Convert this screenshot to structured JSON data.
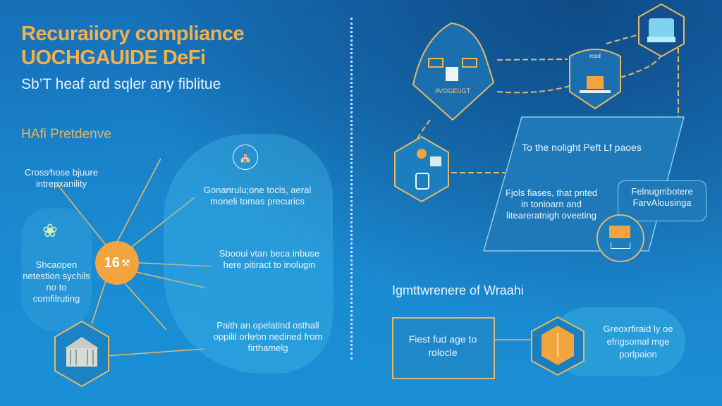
{
  "header": {
    "title_line1": "Recuraiiory compliance",
    "title_line2": "UOCHGAUIDE DeFi",
    "subtitle": "Sb’T heaf ard sqler any fiblitue"
  },
  "left": {
    "section_title": "HAfi Pretdenve",
    "cross_label": "Cross∕hose bjuure intrepxanility",
    "left_panel_text": "Shcaopen netestion sychils no to comfilruting",
    "hub_number": "16",
    "right_items": [
      "Gonanrulu;one tocls, aeral moneli tomas precurics",
      "Sbooui vtan beca inbuse here pitiract to inolugin",
      "Paith an opelatind osthall oppilil orle∕on nedined from firthamelg"
    ],
    "icons": [
      "sprout-icon",
      "hub-tools-icon",
      "court-building-icon",
      "seal-emblem-icon"
    ]
  },
  "right": {
    "diamond_label": "AVOGEUGT",
    "hex_small_label": "rosd",
    "main_panel_title": "To the nolight Peft Lf paoes",
    "main_panel_body": "Fjols fiases, that pnted in tonioarn and liteareratnigh oveeting",
    "callout_text": "Felnugmbotere FarvAlousinga",
    "section_title": "Igmttwrenere of Wraahi",
    "box_text": "Fiest fud age to rolocle",
    "bottom_text": "Greoxrfiraid ly oe efrigsomal mge porlpaion",
    "icons": [
      "wallet-diamond-icon",
      "computer-hex-icon",
      "cube-server-icon",
      "tools-hex-icon",
      "message-circle-icon",
      "helmet-hex-icon"
    ]
  },
  "colors": {
    "accent": "#f2b04e",
    "text": "#e8f4ff",
    "bg": "#1a7ec6",
    "dark": "#0f4a86"
  }
}
